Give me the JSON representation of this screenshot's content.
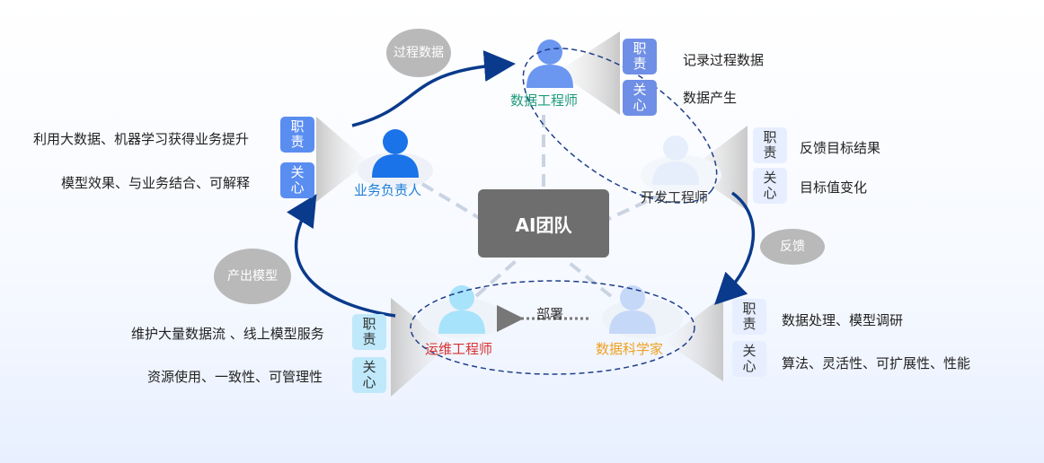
{
  "center": {
    "label": "AI团队"
  },
  "roles": {
    "business": {
      "name": "业务负责人",
      "duty_tag": "职责",
      "concern_tag": "关心",
      "duty": "利用大数据、机器学习获得业务提升",
      "concern": "模型效果、与业务结合、可解释"
    },
    "data_engineer": {
      "name": "数据工程师",
      "duty_tag": "职责",
      "concern_tag": "关心",
      "duty": "记录过程数据",
      "concern": "数据产生"
    },
    "dev_engineer": {
      "name": "开发工程师",
      "duty_tag": "职责",
      "concern_tag": "关心",
      "duty": "反馈目标结果",
      "concern": "目标值变化"
    },
    "data_scientist": {
      "name": "数据科学家",
      "duty_tag": "职责",
      "concern_tag": "关心",
      "duty": "数据处理、模型调研",
      "concern": "算法、灵活性、可扩展性、性能"
    },
    "ops_engineer": {
      "name": "运维工程师",
      "duty_tag": "职责",
      "concern_tag": "关心",
      "duty": "维护大量数据流 、线上模型服务",
      "concern": "资源使用、一致性、可管理性"
    }
  },
  "flows": {
    "process_data": "过程数据",
    "feedback": "反馈",
    "deploy": "部署",
    "output_model": "产出模型"
  },
  "colors": {
    "business": "#1e7fd8",
    "data_engineer": "#1f9a7a",
    "dev_engineer": "#333333",
    "data_scientist": "#f0a020",
    "ops_engineer": "#d93030",
    "arrow": "#0a3a8c"
  }
}
